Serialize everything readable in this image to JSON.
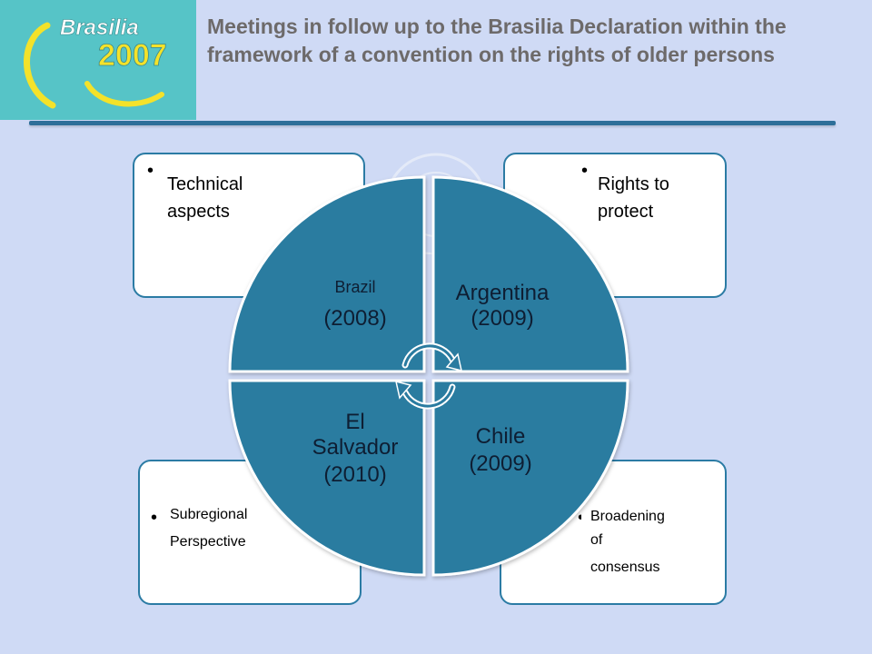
{
  "logo": {
    "brand_text": "Brasilia",
    "year_text": "2007",
    "background_color": "#56c4c7",
    "year_color": "#f4e22a"
  },
  "header": {
    "title": "Meetings in follow up to the Brasilia Declaration within the framework of a convention on the rights of older persons"
  },
  "cards": [
    {
      "id": "top-left",
      "label_line1": "Technical",
      "label_line2": "aspects"
    },
    {
      "id": "top-right",
      "label_line1": "Rights to",
      "label_line2": "protect"
    },
    {
      "id": "bottom-left",
      "label_line1": "Subregional",
      "label_line2": "Perspective"
    },
    {
      "id": "bottom-right",
      "label_line1": "Broadening",
      "label_line2": "of",
      "label_line3": "consensus"
    }
  ],
  "quadrants": [
    {
      "id": "brazil",
      "country": "Brazil",
      "year": "(2008)"
    },
    {
      "id": "argentina",
      "country": "Argentina",
      "year": "(2009)"
    },
    {
      "id": "el-salvador",
      "country_line1": "El",
      "country_line2": "Salvador",
      "year": "(2010)"
    },
    {
      "id": "chile",
      "country": "Chile",
      "year": "(2009)"
    }
  ],
  "colors": {
    "quadrant_fill": "#2a7ba0",
    "card_border": "#2b7ba4",
    "header_rule": "#2e6f99",
    "background": "#cfdaf5"
  },
  "icons": {
    "center": "cycle-arrows-icon"
  }
}
